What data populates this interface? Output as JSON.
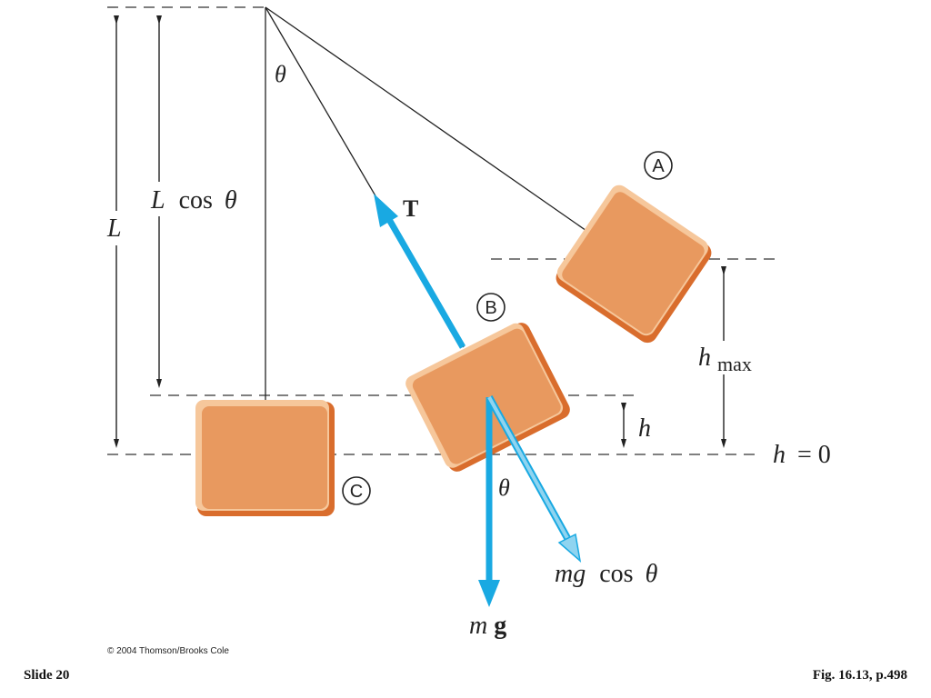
{
  "diagram": {
    "labels": {
      "L": "L",
      "L_cos_theta_L": "L",
      "L_cos_theta_cos": "cos",
      "theta_symbol": "θ",
      "tension": "T",
      "h": "h",
      "h_max_h": "h",
      "h_max_sub": "max",
      "h_zero": "h",
      "h_zero_rest": "= 0",
      "m": "m",
      "g_vector": "g",
      "mg_cos_mg": "mg",
      "mg_cos_cos": "cos",
      "point_A": "A",
      "point_B": "B",
      "point_C": "C"
    },
    "copyright": "© 2004 Thomson/Brooks Cole"
  },
  "footer": {
    "slide": "Slide 20",
    "figure_ref": "Fig. 16.13, p.498"
  },
  "colors": {
    "block_face": "#E8995F",
    "block_highlight": "#F6C79B",
    "block_shadow": "#D96D2D",
    "vector_blue": "#19A9E2",
    "vector_light_blue": "#8FD4F0",
    "line": "#222222"
  }
}
